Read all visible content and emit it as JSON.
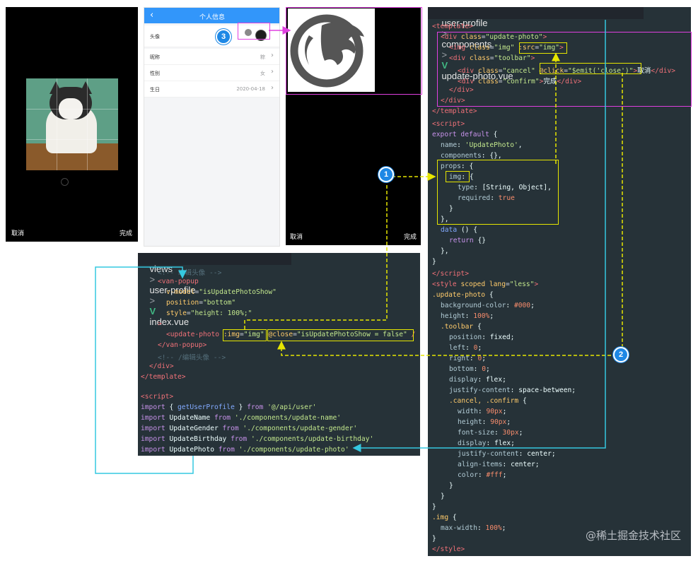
{
  "phone_left": {
    "cancel": "取消",
    "confirm": "完成"
  },
  "profile": {
    "back": "‹",
    "title": "个人信息",
    "rows": [
      {
        "label": "头像",
        "value": ""
      },
      {
        "label": "昵称",
        "value": "粽"
      },
      {
        "label": "性别",
        "value": "女"
      },
      {
        "label": "生日",
        "value": "2020-04-18"
      }
    ],
    "chevron": "›"
  },
  "phone_right": {
    "cancel": "取消",
    "confirm": "完成"
  },
  "badges": {
    "one": "1",
    "two": "2",
    "three": "3"
  },
  "right_panel": {
    "crumb": [
      "user-profile",
      ">",
      "components",
      ">",
      "V",
      "update-photo.vue"
    ]
  },
  "bottom_panel": {
    "crumb": [
      "views",
      ">",
      "user-profile",
      ">",
      "V",
      "index.vue"
    ]
  },
  "watermark": "@稀土掘金技术社区",
  "colors": {
    "highlight_yellow": "#e6e600",
    "highlight_magenta": "#e040e0",
    "cyan_arrow": "#35c8e0",
    "badge_blue": "#1e88e5",
    "profile_header": "#3296fa"
  }
}
